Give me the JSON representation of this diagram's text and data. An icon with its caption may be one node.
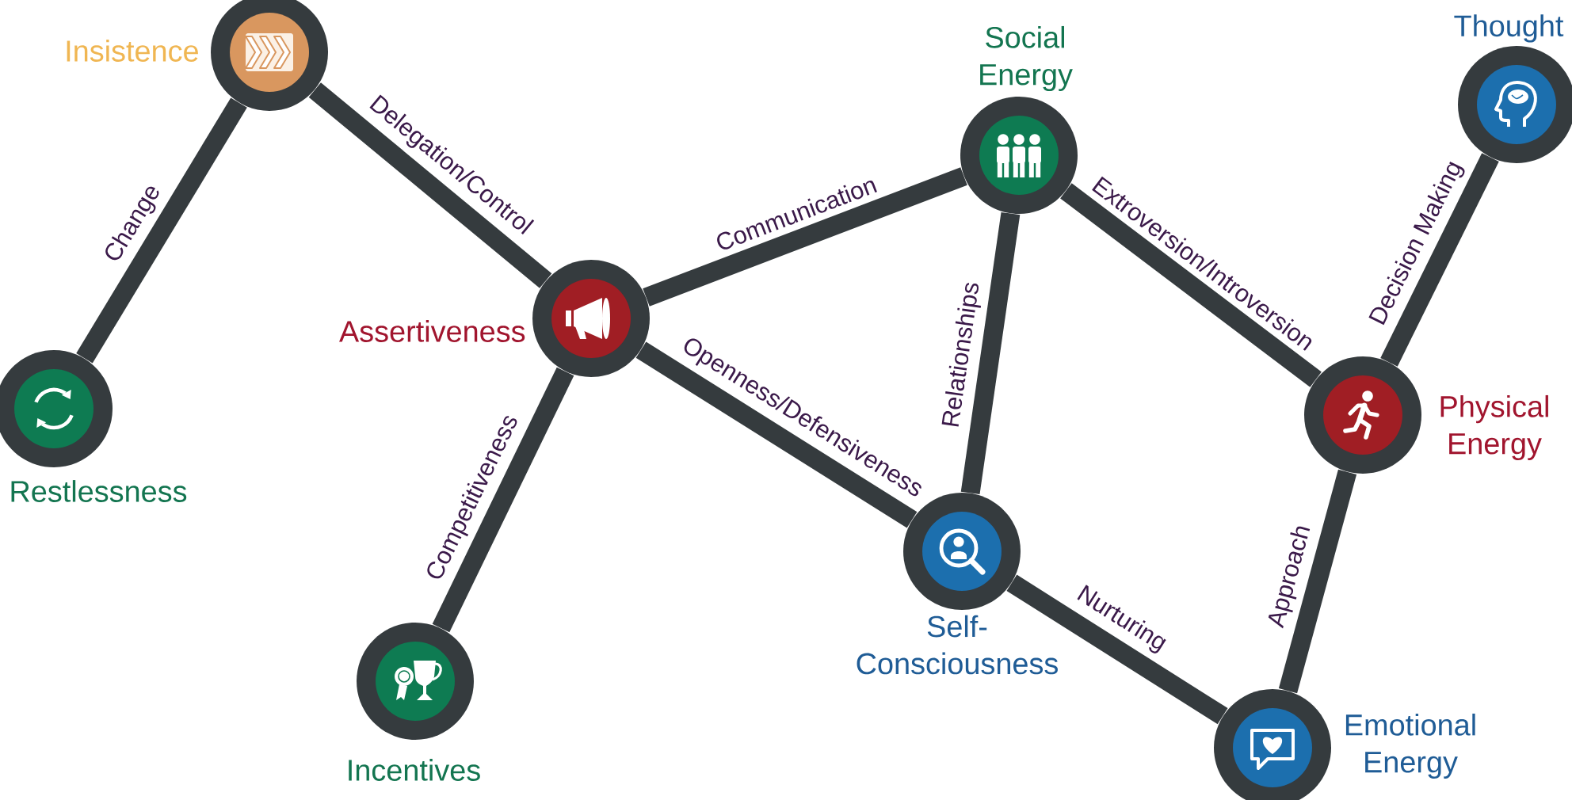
{
  "diagram": {
    "nodes": [
      {
        "text": [
          "Insistence"
        ]
      },
      {
        "text": [
          "Thought"
        ]
      },
      {
        "text": [
          "Social Energy"
        ]
      },
      {
        "text": [
          "Assertiveness"
        ]
      },
      {
        "text": [
          "Restlessness"
        ]
      },
      {
        "text": [
          "Physical Energy"
        ]
      },
      {
        "text": [
          "Self-Consciousness"
        ]
      },
      {
        "text": [
          "Incentives"
        ]
      },
      {
        "text": [
          "Emotional Energy"
        ]
      }
    ],
    "edges": [
      {
        "from": 0,
        "to": 4,
        "arrow": "none",
        "label": "Change"
      },
      {
        "from": 0,
        "to": 3,
        "arrow": "none",
        "label": "Delegation/Control"
      },
      {
        "from": 3,
        "to": 2,
        "arrow": "none",
        "label": "Communication"
      },
      {
        "from": 3,
        "to": 7,
        "arrow": "none",
        "label": "Competitiveness"
      },
      {
        "from": 3,
        "to": 6,
        "arrow": "none",
        "label": "Openness/Defensiveness"
      },
      {
        "from": 2,
        "to": 6,
        "arrow": "none",
        "label": "Relationships"
      },
      {
        "from": 2,
        "to": 5,
        "arrow": "none",
        "label": "Extroversion/Introversion"
      },
      {
        "from": 1,
        "to": 5,
        "arrow": "none",
        "label": "Decision Making"
      },
      {
        "from": 5,
        "to": 8,
        "arrow": "none",
        "label": "Approach"
      },
      {
        "from": 6,
        "to": 8,
        "arrow": "none",
        "label": "Nurturing"
      }
    ]
  }
}
